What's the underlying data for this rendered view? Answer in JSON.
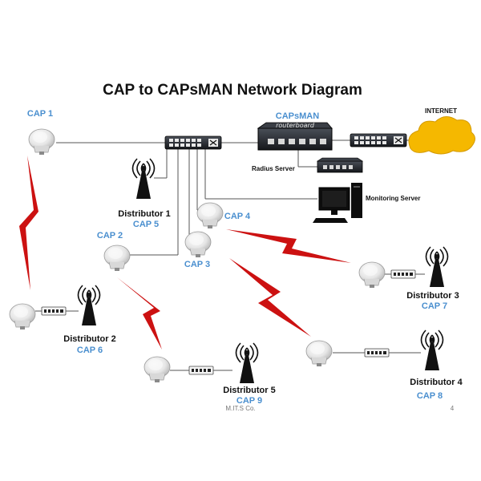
{
  "title": "CAP to CAPsMAN Network Diagram",
  "labels": {
    "capsman": "CAPsMAN",
    "internet": "INTERNET",
    "radius_server": "Radius Server",
    "monitoring_server": "Monitoring Server",
    "router_brand": "routerboard"
  },
  "caps": [
    {
      "id": "cap1",
      "label": "CAP 1",
      "distributor": ""
    },
    {
      "id": "cap2",
      "label": "CAP 2",
      "distributor": ""
    },
    {
      "id": "cap3",
      "label": "CAP 3",
      "distributor": ""
    },
    {
      "id": "cap4",
      "label": "CAP 4",
      "distributor": ""
    },
    {
      "id": "cap5",
      "label": "CAP 5",
      "distributor": "Distributor 1"
    },
    {
      "id": "cap6",
      "label": "CAP 6",
      "distributor": "Distributor 2"
    },
    {
      "id": "cap7",
      "label": "CAP 7",
      "distributor": "Distributor 3"
    },
    {
      "id": "cap8",
      "label": "CAP 8",
      "distributor": "Distributor 4"
    },
    {
      "id": "cap9",
      "label": "CAP 9",
      "distributor": "Distributor 5"
    }
  ],
  "footer": {
    "company": "M.IT.S Co.",
    "page_number": "4"
  },
  "colors": {
    "cap_label": "#4a8fcf",
    "wireless_link": "#cc1111",
    "cloud": "#f5b800"
  }
}
